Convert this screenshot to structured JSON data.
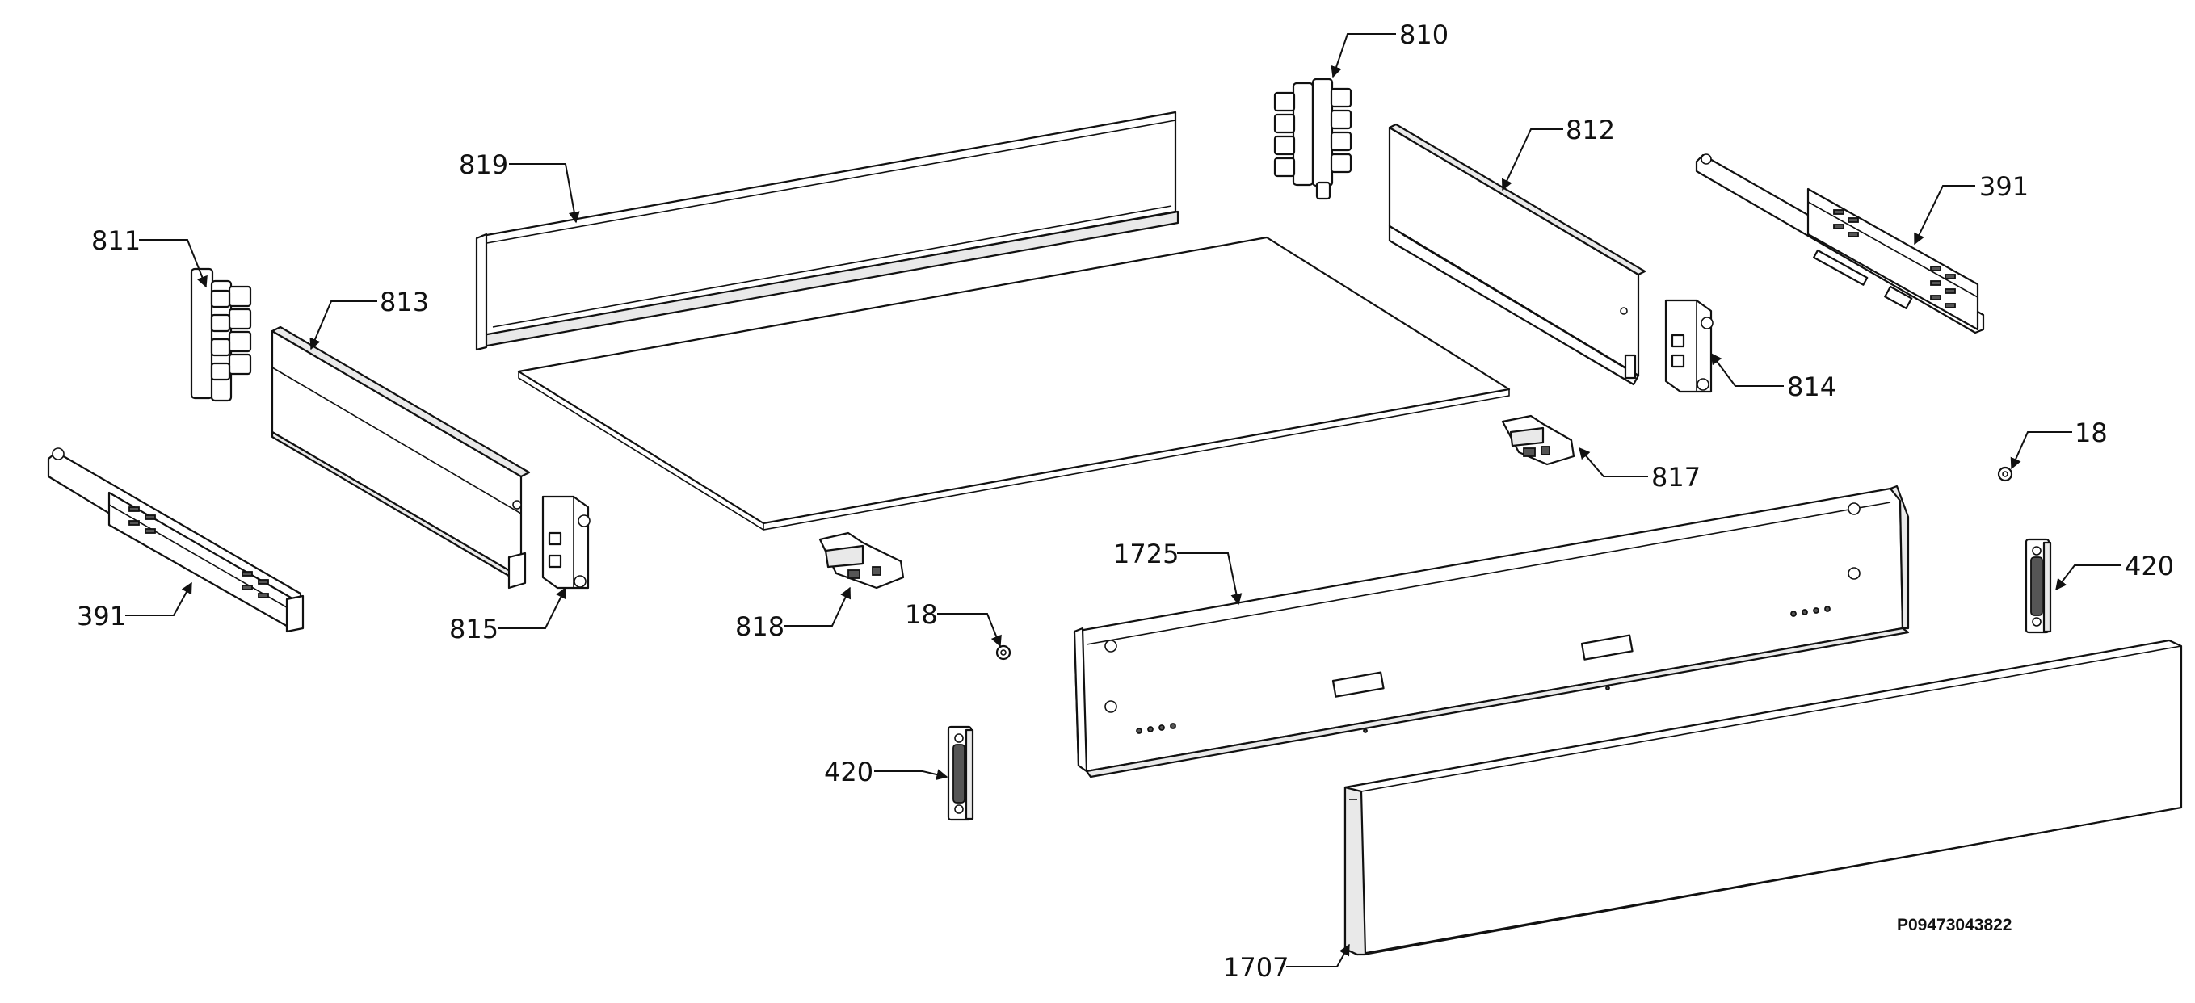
{
  "diagram": {
    "reference_code": "P09473043822",
    "callouts": {
      "c810": "810",
      "c812": "812",
      "c391_right": "391",
      "c819": "819",
      "c811": "811",
      "c813": "813",
      "c814": "814",
      "c18_right": "18",
      "c817": "817",
      "c391_left": "391",
      "c815": "815",
      "c1725": "1725",
      "c420_right": "420",
      "c818": "818",
      "c18_left": "18",
      "c420_left": "420",
      "c1707": "1707"
    }
  },
  "colors": {
    "line": "#111111",
    "background": "#ffffff",
    "panel_shade": "#e9e9e9"
  }
}
